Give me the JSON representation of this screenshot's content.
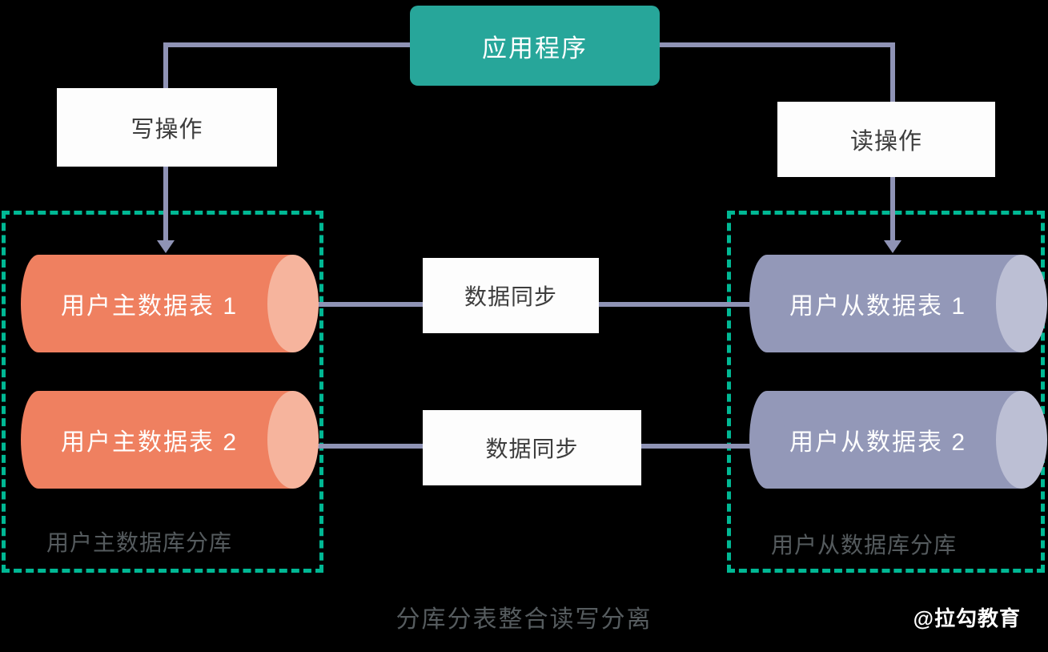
{
  "diagram": {
    "background_color": "#000000",
    "app": {
      "label": "应用程序",
      "fill": "#27a69a",
      "text_color": "#ffffff"
    },
    "operations": [
      {
        "key": "write",
        "label": "写操作"
      },
      {
        "key": "read",
        "label": "读操作"
      }
    ],
    "sync_labels": [
      {
        "label": "数据同步"
      },
      {
        "label": "数据同步"
      }
    ],
    "groups": [
      {
        "key": "master-shard",
        "caption": "用户主数据库分库",
        "border_color": "#00b894"
      },
      {
        "key": "slave-shard",
        "caption": "用户从数据库分库",
        "border_color": "#00b894"
      }
    ],
    "master_tables": [
      {
        "label": "用户主数据表 1",
        "fill": "#ef8060",
        "cap_fill": "#f6b49d"
      },
      {
        "label": "用户主数据表 2",
        "fill": "#ef8060",
        "cap_fill": "#f6b49d"
      }
    ],
    "slave_tables": [
      {
        "label": "用户从数据表 1",
        "fill": "#9398b8",
        "cap_fill": "#bcbfd4"
      },
      {
        "label": "用户从数据表 2",
        "fill": "#9398b8",
        "cap_fill": "#bcbfd4"
      }
    ],
    "connector_color": "#8f93b5",
    "figure_caption": "分库分表整合读写分离",
    "watermark": "@拉勾教育"
  }
}
